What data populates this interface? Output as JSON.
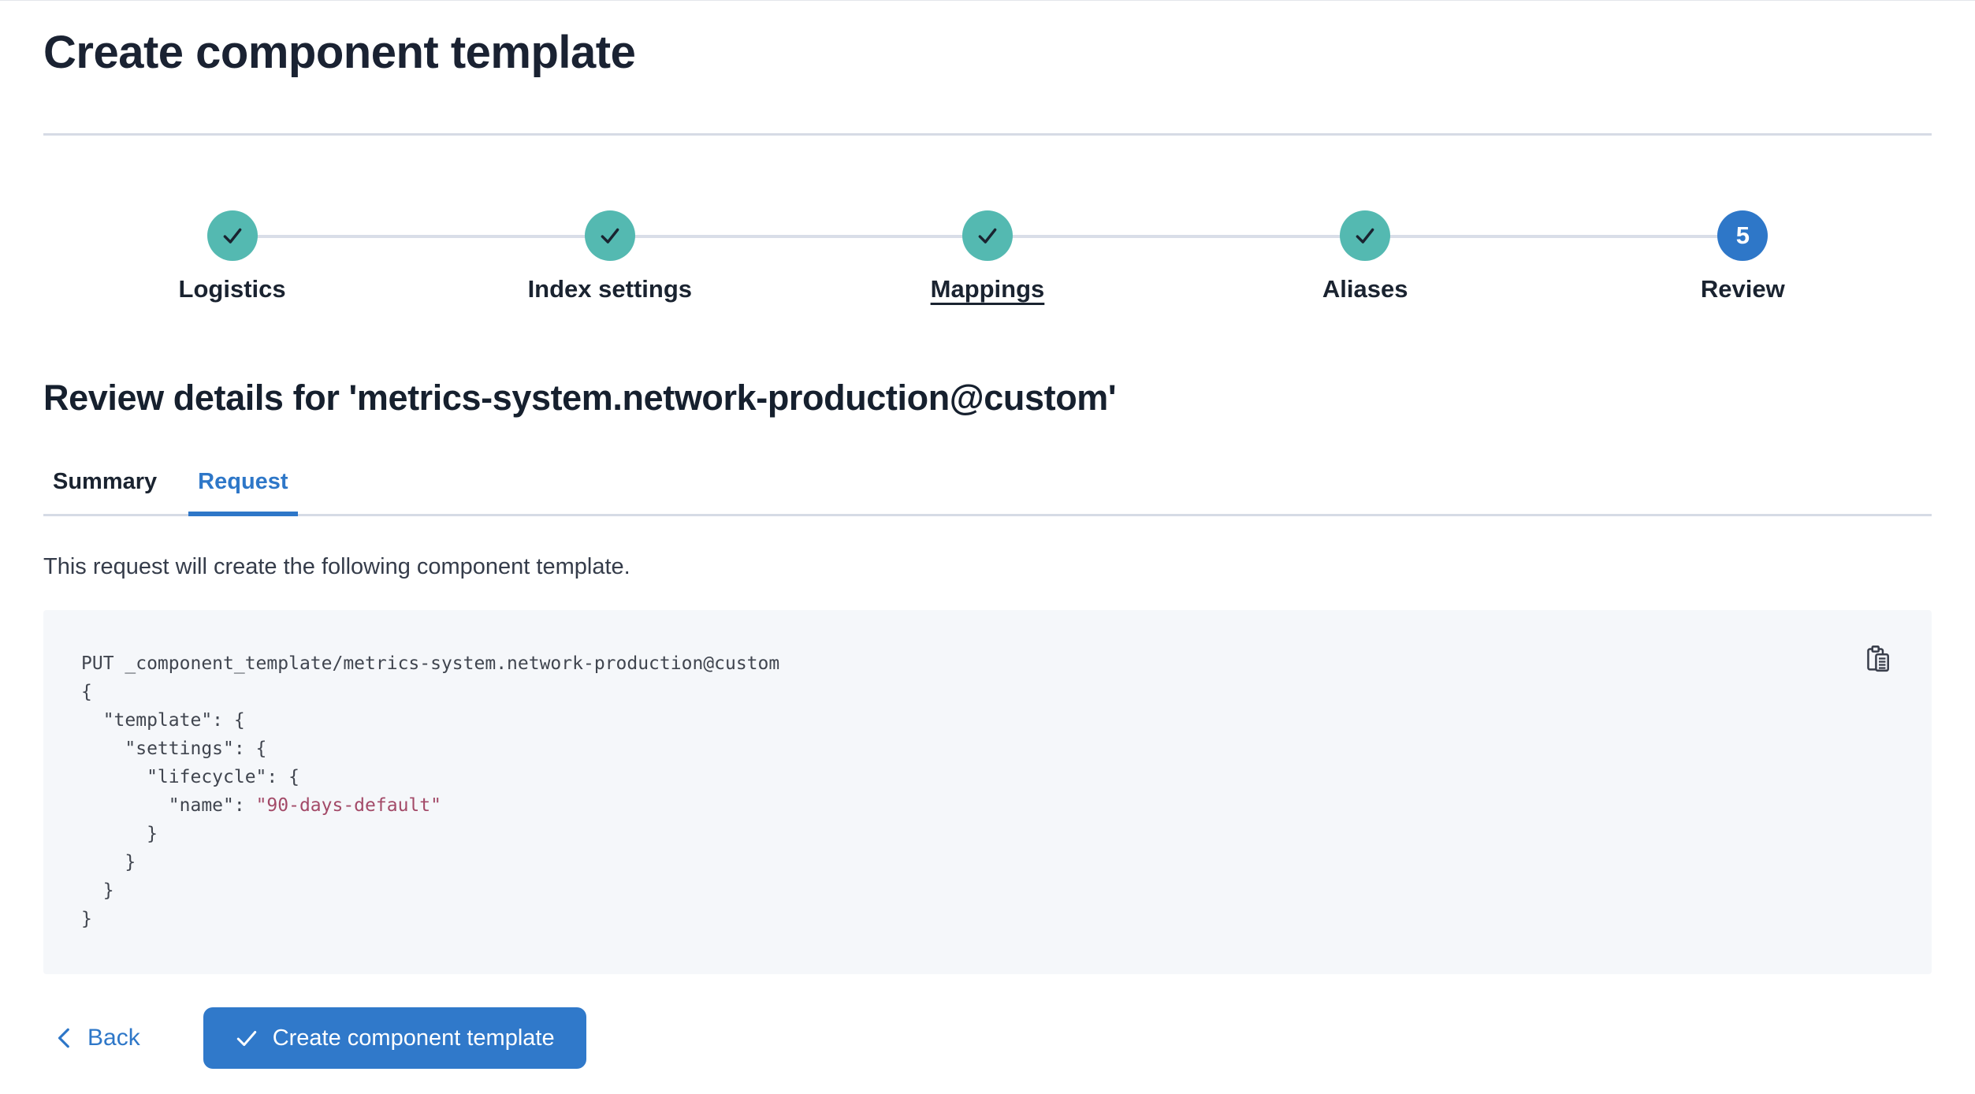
{
  "page": {
    "title": "Create component template"
  },
  "steps": {
    "items": [
      {
        "label": "Logistics",
        "status": "complete",
        "icon": "check-icon"
      },
      {
        "label": "Index settings",
        "status": "complete",
        "icon": "check-icon"
      },
      {
        "label": "Mappings",
        "status": "complete",
        "icon": "check-icon",
        "underlined": true
      },
      {
        "label": "Aliases",
        "status": "complete",
        "icon": "check-icon"
      },
      {
        "label": "Review",
        "status": "current",
        "number": "5"
      }
    ]
  },
  "review": {
    "heading": "Review details for 'metrics-system.network-production@custom'",
    "tabs": [
      {
        "label": "Summary",
        "active": false
      },
      {
        "label": "Request",
        "active": true
      }
    ],
    "description": "This request will create the following component template."
  },
  "code": {
    "copy_icon": "copy-clipboard-icon",
    "lines": [
      [
        {
          "t": "PUT _component_template/metrics-system.network-production@custom",
          "c": "plain"
        }
      ],
      [
        {
          "t": "{",
          "c": "plain"
        }
      ],
      [
        {
          "t": "  \"template\": {",
          "c": "plain"
        }
      ],
      [
        {
          "t": "    \"settings\": {",
          "c": "plain"
        }
      ],
      [
        {
          "t": "      \"lifecycle\": {",
          "c": "plain"
        }
      ],
      [
        {
          "t": "        \"name\": ",
          "c": "plain"
        },
        {
          "t": "\"90-days-default\"",
          "c": "string"
        }
      ],
      [
        {
          "t": "      }",
          "c": "plain"
        }
      ],
      [
        {
          "t": "    }",
          "c": "plain"
        }
      ],
      [
        {
          "t": "  }",
          "c": "plain"
        }
      ],
      [
        {
          "t": "}",
          "c": "plain"
        }
      ]
    ]
  },
  "footer": {
    "back_label": "Back",
    "back_icon": "chevron-left-icon",
    "create_label": "Create component template",
    "create_icon": "check-icon"
  },
  "colors": {
    "accent_blue": "#2E77C8",
    "success_teal": "#54B9B1",
    "string_rose": "#A34A68",
    "border_gray": "#D6DBE5",
    "text_dark": "#1A2330",
    "code_text": "#40454F",
    "code_background": "#F5F7FA"
  }
}
